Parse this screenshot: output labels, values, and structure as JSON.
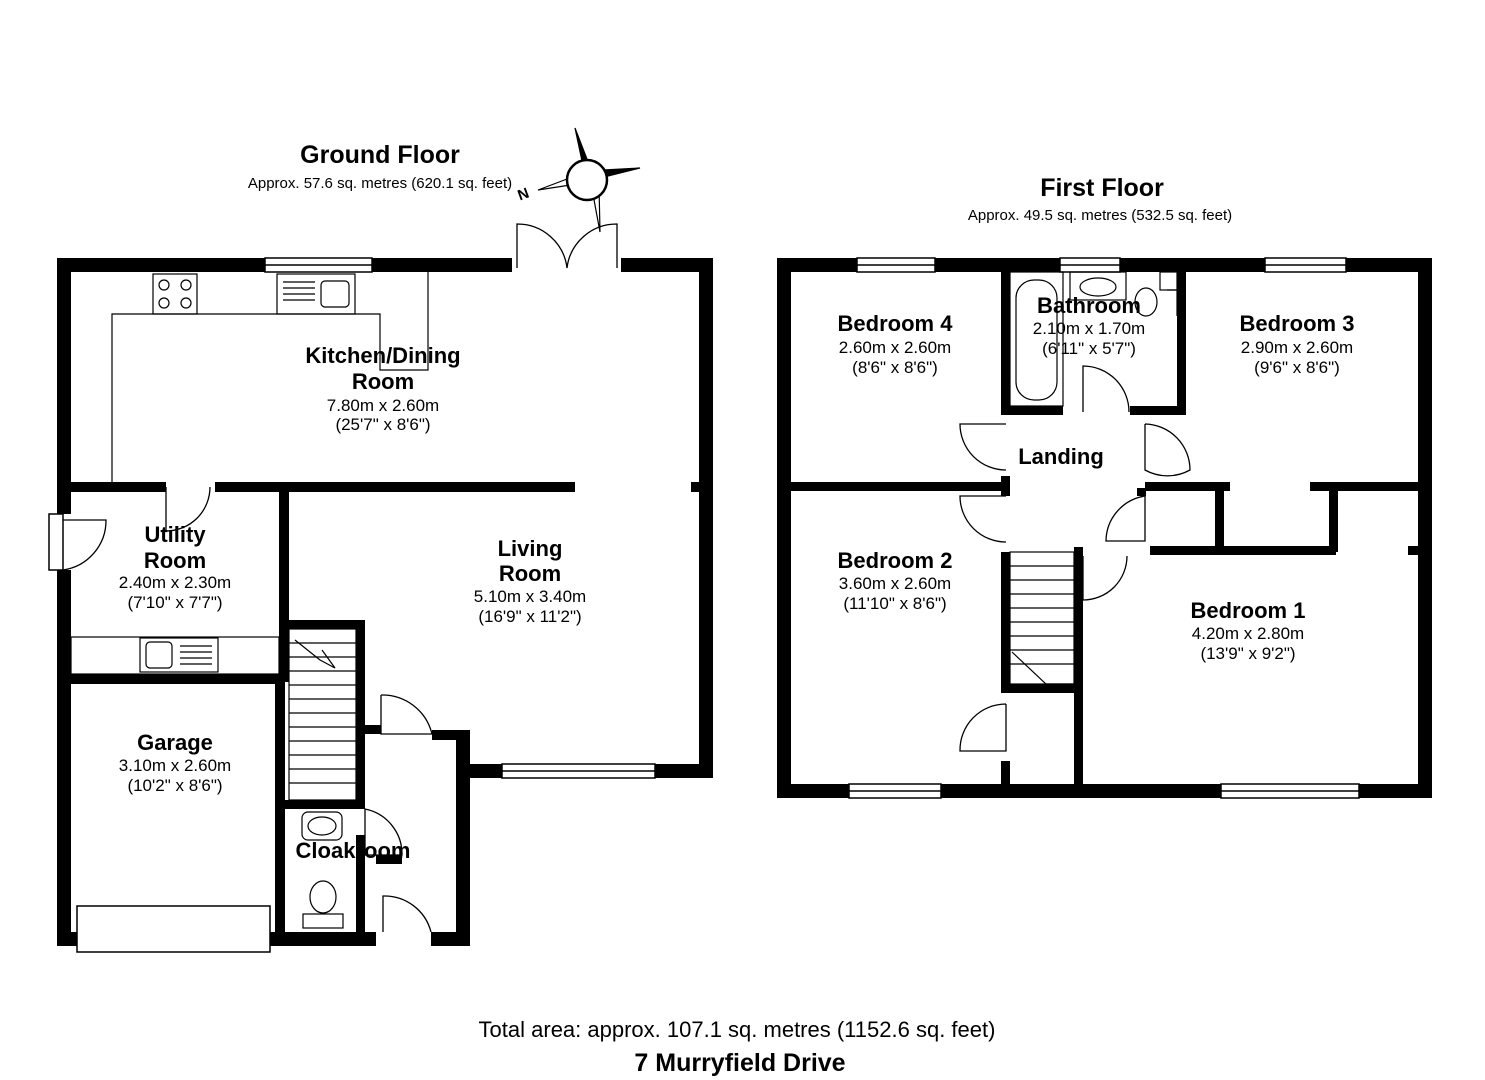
{
  "ground_floor": {
    "title": "Ground Floor",
    "area": "Approx. 57.6 sq. metres (620.1 sq. feet)",
    "rooms": {
      "kitchen": {
        "name_line1": "Kitchen/Dining",
        "name_line2": "Room",
        "metric": "7.80m x 2.60m",
        "imperial": "(25'7\" x 8'6\")"
      },
      "utility": {
        "name_line1": "Utility",
        "name_line2": "Room",
        "metric": "2.40m x 2.30m",
        "imperial": "(7'10\" x 7'7\")"
      },
      "living": {
        "name_line1": "Living",
        "name_line2": "Room",
        "metric": "5.10m x 3.40m",
        "imperial": "(16'9\" x 11'2\")"
      },
      "garage": {
        "name": "Garage",
        "metric": "3.10m x 2.60m",
        "imperial": "(10'2\" x 8'6\")"
      },
      "cloakroom": {
        "name": "Cloakroom"
      }
    }
  },
  "first_floor": {
    "title": "First Floor",
    "area": "Approx. 49.5 sq. metres (532.5 sq. feet)",
    "rooms": {
      "bedroom4": {
        "name": "Bedroom 4",
        "metric": "2.60m x 2.60m",
        "imperial": "(8'6\" x 8'6\")"
      },
      "bathroom": {
        "name": "Bathroom",
        "metric": "2.10m x 1.70m",
        "imperial": "(6'11\" x 5'7\")"
      },
      "bedroom3": {
        "name": "Bedroom 3",
        "metric": "2.90m x 2.60m",
        "imperial": "(9'6\" x 8'6\")"
      },
      "landing": {
        "name": "Landing"
      },
      "bedroom2": {
        "name": "Bedroom 2",
        "metric": "3.60m x 2.60m",
        "imperial": "(11'10\" x 8'6\")"
      },
      "bedroom1": {
        "name": "Bedroom 1",
        "metric": "4.20m x 2.80m",
        "imperial": "(13'9\" x 9'2\")"
      }
    }
  },
  "compass": {
    "label": "N",
    "icon": "compass-icon"
  },
  "footer": {
    "total_area": "Total area: approx. 107.1 sq. metres (1152.6 sq. feet)",
    "address": "7 Murryfield Drive"
  }
}
